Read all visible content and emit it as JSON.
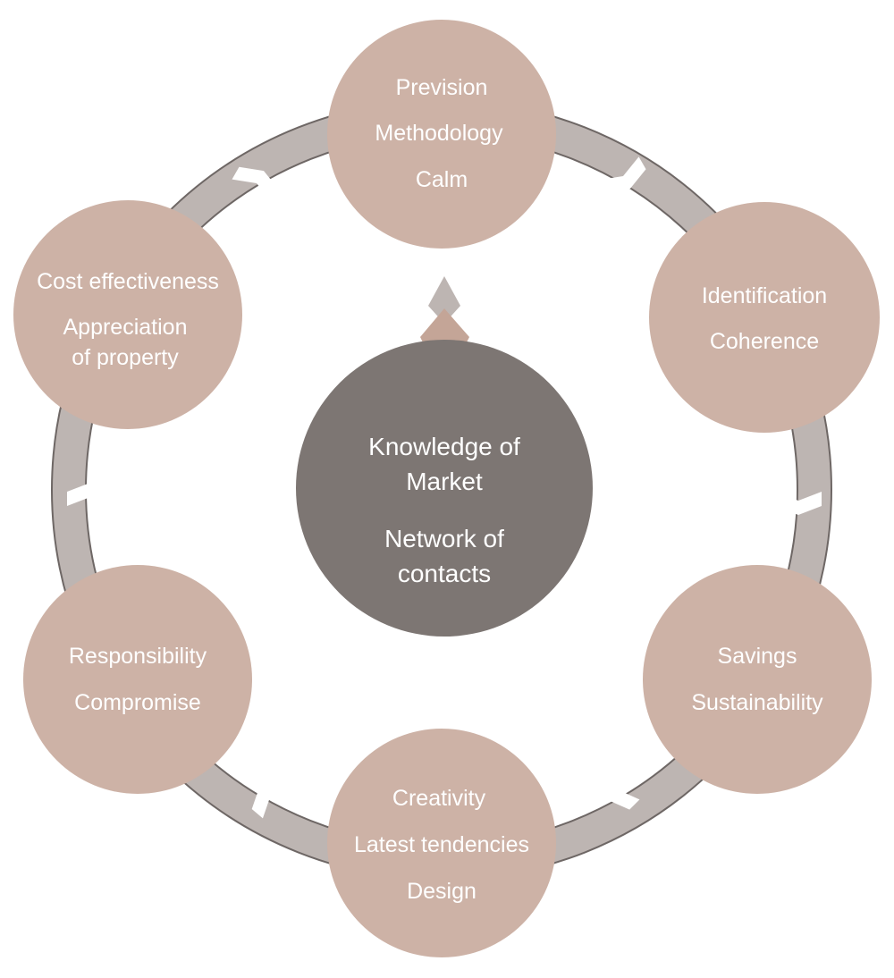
{
  "colors": {
    "ring": "#bdb5b2",
    "ring_shadow": "#6e6765",
    "node_fill": "#cdb2a6",
    "center_fill": "#7d7673",
    "pointer_top": "#bdb5b2",
    "pointer_bottom": "#c4a597",
    "text": "#ffffff"
  },
  "center": {
    "lines": [
      "Knowledge of",
      "Market",
      "Network of",
      "contacts"
    ]
  },
  "nodes": [
    {
      "id": "top",
      "lines": [
        "Prevision",
        "Methodology",
        "Calm"
      ]
    },
    {
      "id": "upper-right",
      "lines": [
        "Identification",
        "Coherence"
      ]
    },
    {
      "id": "lower-right",
      "lines": [
        "Savings",
        "Sustainability"
      ]
    },
    {
      "id": "bottom",
      "lines": [
        "Creativity",
        "Latest tendencies",
        "Design"
      ]
    },
    {
      "id": "lower-left",
      "lines": [
        "Responsibility",
        "Compromise"
      ]
    },
    {
      "id": "upper-left",
      "lines": [
        "Cost effectiveness",
        "Appreciation",
        "of property"
      ]
    }
  ]
}
